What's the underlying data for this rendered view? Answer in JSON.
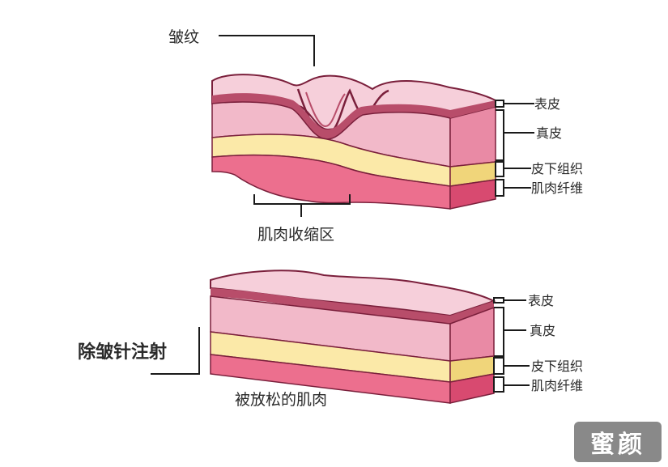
{
  "top_diagram": {
    "wrinkle_label": "皱纹",
    "contraction_label": "肌肉收缩区",
    "layers": {
      "epidermis": "表皮",
      "dermis": "真皮",
      "subcutaneous": "皮下组织",
      "muscle": "肌肉纤维"
    }
  },
  "bottom_diagram": {
    "injection_label": "除皱针注射",
    "relaxed_label": "被放松的肌肉",
    "layers": {
      "epidermis": "表皮",
      "dermis": "真皮",
      "subcutaneous": "皮下组织",
      "muscle": "肌肉纤维"
    }
  },
  "watermark": "蜜颜",
  "colors": {
    "epidermis": "#b84d6a",
    "dermis_front": "#f2b9c9",
    "dermis_top": "#f6cfda",
    "fat": "#fbe9a8",
    "muscle": "#ec6f8e",
    "side_dermis": "#e98aa5",
    "side_fat": "#f0d57a",
    "side_muscle": "#d84a70",
    "outline": "#7a1f3b"
  }
}
